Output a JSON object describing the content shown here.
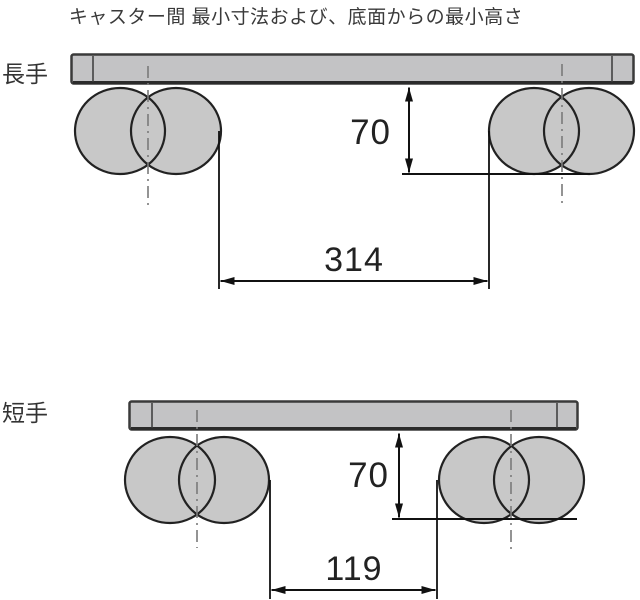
{
  "title": "キャスター間 最小寸法および、底面からの最小高さ",
  "diagrams": [
    {
      "id": "long-side",
      "label": "長手",
      "height_dim": "70",
      "width_dim": "314"
    },
    {
      "id": "short-side",
      "label": "短手",
      "height_dim": "70",
      "width_dim": "119"
    }
  ],
  "colors": {
    "background": "#ffffff",
    "part_fill": "#c8c8c8",
    "part_stroke": "#222222",
    "plate_fill": "#c3c3c5",
    "plate_stroke": "#3a3a3a",
    "dimension_line": "#111111",
    "centerline": "#7a7a7a",
    "text": "#3a3a3a"
  }
}
